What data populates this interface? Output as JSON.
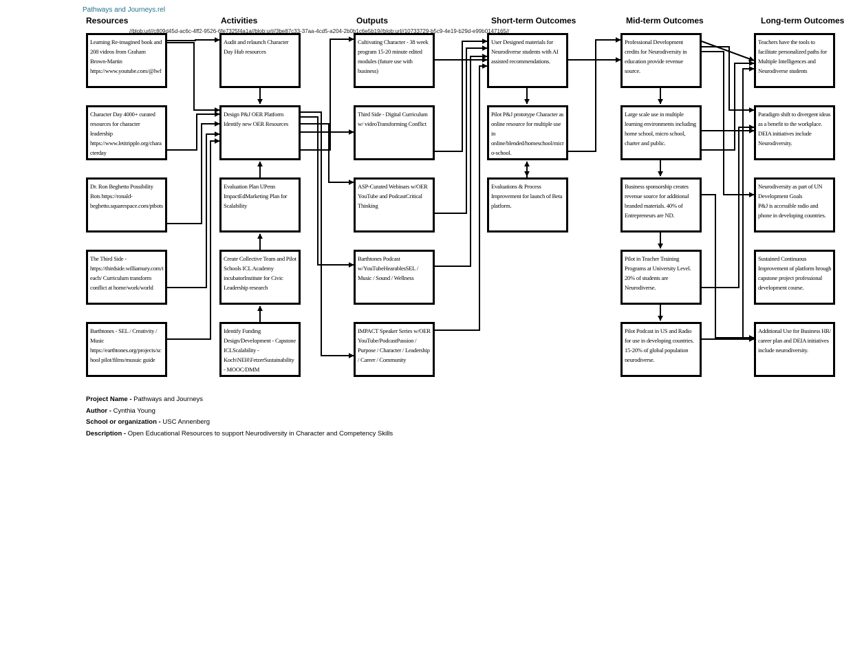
{
  "doc_title": "Pathways and Journeys.rel",
  "url_strip": "//blob:url//c809d45d-ac6c-4ff2-9526-6fe7325f4a1a//blob:url//3be87c33-37aa-4cd5-a204-2b0b1c6e5b19//blob:url//10733729-b5c9-4e19-b29d-e99b0147165//",
  "columns": {
    "resources": "Resources",
    "activities": "Activities",
    "outputs": "Outputs",
    "short": "Short-term Outcomes",
    "mid": "Mid-term Outcomes",
    "long": "Long-term Outcomes"
  },
  "boxes": {
    "r1": "Learning Re-imagined book and 208 videos from Graham Brown-Martin\nhttps://www.youtube.com/@lwf",
    "r2": "Character Day 4000+ curated resources for character leadership https://www.letitripple.org/characterday",
    "r3": "Dr. Ron Beghetto Possibility Bots https://ronald-beghetto.squarespace.com/ptbots",
    "r4": "The Third Side - https://thirdside.williamury.com/teach/ Curriculum transform conflict at home/work/world",
    "r5": "Barthtones - SEL / Creativity / Music\nhttps://earthtones.org/projects/school pilot/films/musuic guide",
    "a1": "Audit and relaunch Character Day Hub resources",
    "a2": "Design P&J OER Platform Identify new OER Resources",
    "a3": "Evaluation Plan UPenn ImpactEdMarketing Plan for Scalability",
    "a4": "Create Collective Team and Pilot Schools ICL Academy incubatorInstitute for Civic Leadership research",
    "a5": "Identify Funding Design/Development - Capstone ICLScalability - Koch\\NEH\\FetzerSustainability - MOOC/DMM",
    "o1": "Cultivating Character - 38 week program 15-20 minute edited modules (future use with business)",
    "o2": "Third Side - Digital Curriculum w/ videoTransforming Conflict",
    "o3": "ASP-Curated Webinars w/OER YouTube and PodcastCritical Thinking",
    "o4": "Barthtones Podcast w/YouTubeHearablesSEL / Music / Sound / Wellness",
    "o5": "IMPACT Speaker Series w/OER YouTube/PodcastPassion / Purpose / Character / Leadership / Career / Community",
    "s1": "User Designed materials for Neurodiverse students with AI assisted recommendations.",
    "s2": "Pilot P&J prototype Character as online resource for multiple use in online/blended/homeschool/micro-school.",
    "s3": "Evaluations & Process Improvement for launch of Beta platform.",
    "m1": "Professional Development credits for Neurodiversity in education provide revenue source.",
    "m2": "Large scale use in multiple learning environments including home school, micro school, charter and public.",
    "m3": "Business sponsorship creates revenue source for additional branded materials. 40% of Entrepreneurs are ND.",
    "m4": "Pilot in Teacher Training Programs at University Level.\n20% of students are Neurodiverse.",
    "m5": "Pilot Podcast in US and Radio for use in developing countries.\n15-20% of global population neurodiverse.",
    "l1": "Teachers have the tools to facilitate personalized paths for Multiple Intelligences and Neurodiverse students",
    "l2": "Paradigm shift to divergent ideas as a benefit to the workplace. DEIA initiatives include Neurodiversity.",
    "l3": "Neurodiversity as part of UN Development Goals\nP&J is accessible radio and phone in developing countries.",
    "l4": "Sustained Continuous Improvement of platform hrough capstone project professional development course.",
    "l5": "Additional Use for Business HR/ career plan and DEIA initiatives include neurodiversity."
  },
  "project": {
    "name_label": "Project Name - ",
    "name": "Pathways and Journeys",
    "author_label": "Author - ",
    "author": "Cynthia Young",
    "school_label": "School or organization - ",
    "school": "USC Annenberg",
    "desc_label": "Description - ",
    "desc": "Open Educational Resources to support Neurodiversity in Character and Competency Skills"
  },
  "colors": {
    "title": "#1f6f8b",
    "line": "#000000"
  }
}
